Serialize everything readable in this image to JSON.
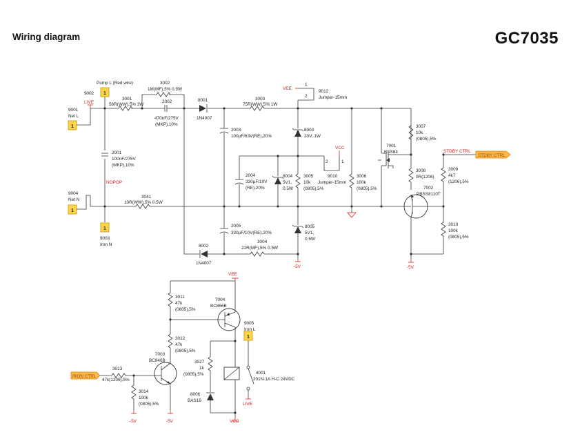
{
  "title": "Wiring diagram",
  "model": "GC7035",
  "nets": {
    "vee": "VEE",
    "vcc": "VCC",
    "live": "LIVE",
    "neg5v": "-5V",
    "nopop": "NOPOP",
    "stdby_ctrl": "STDBY CTRL",
    "iron_ctrl": "IRON CTRL"
  },
  "connectors": [
    {
      "id": "9002",
      "desc": "Pump L (Red wire)",
      "pin": "1"
    },
    {
      "id": "9001",
      "desc": "Net L",
      "pin": "1"
    },
    {
      "id": "9004",
      "desc": "Net N",
      "pin": "1"
    },
    {
      "id": "9003",
      "desc": "Iron N",
      "pin": "1"
    },
    {
      "id": "9005",
      "desc": "Iron L",
      "pin": "1"
    }
  ],
  "components": {
    "r3001": {
      "ref": "3001",
      "val": "56R(WW),5% 3W"
    },
    "r3002": {
      "ref": "3002",
      "val": "1M(MF),5% 0.5W"
    },
    "c2002": {
      "ref": "2002",
      "val1": "470nF/275V",
      "val2": "(MKP),10%"
    },
    "c2001": {
      "ref": "2001",
      "val1": "100nF/275V",
      "val2": "(MKP),10%"
    },
    "r3041": {
      "ref": "3041",
      "val": "10R(WW),5% 0.5W"
    },
    "d8001": {
      "ref": "8001",
      "val": "1N4007"
    },
    "d8002": {
      "ref": "8002",
      "val": "1N4007"
    },
    "r3003": {
      "ref": "3003",
      "val": "75R(WW),5% 1W"
    },
    "c2003": {
      "ref": "2003",
      "val": "100µF/63V(RE),20%"
    },
    "d8003": {
      "ref": "8003",
      "val": "20V, 1W"
    },
    "j9012": {
      "ref": "9012",
      "val": "Jumper-15mm",
      "pin1": "1",
      "pin2": "2"
    },
    "c2004": {
      "ref": "2004",
      "val1": "330µF/10V",
      "val2": "(RE),20%"
    },
    "d8004": {
      "ref": "8004",
      "val1": "5V1,",
      "val2": "0.5W"
    },
    "r3005": {
      "ref": "3005",
      "val1": "10k",
      "val2": "(0805),5%"
    },
    "j9010": {
      "ref": "9010",
      "val": "Jumper-15mm",
      "pin1": "1",
      "pin2": "2"
    },
    "r3006": {
      "ref": "3006",
      "val1": "100k",
      "val2": "(0805),5%"
    },
    "q7001": {
      "ref": "7001",
      "val": "BSS84"
    },
    "r3007": {
      "ref": "3007",
      "val1": "10k",
      "val2": "(0805),5%"
    },
    "r3008": {
      "ref": "3008",
      "val": "0R(1206)"
    },
    "r3009": {
      "ref": "3009",
      "val1": "4k7",
      "val2": "(1206),5%"
    },
    "q7002": {
      "ref": "7002",
      "val": "PBSS8110T"
    },
    "r3010": {
      "ref": "3010",
      "val1": "100k",
      "val2": "(0805),5%"
    },
    "c2005": {
      "ref": "2005",
      "val": "330µF/10V(RE),20%"
    },
    "d8005": {
      "ref": "8005",
      "val1": "5V1,",
      "val2": "0.5W"
    },
    "r3004": {
      "ref": "3004",
      "val": "22R(MF),5% 0.5W"
    },
    "r3011": {
      "ref": "3011",
      "val1": "47k",
      "val2": "(0805),5%"
    },
    "q7004": {
      "ref": "7004",
      "val": "BC856B"
    },
    "r3012": {
      "ref": "3012",
      "val1": "47k",
      "val2": "(0805),5%"
    },
    "q7003": {
      "ref": "7003",
      "val": "BC846B"
    },
    "r3013": {
      "ref": "3013",
      "val": "47k(1206),5%"
    },
    "r3014": {
      "ref": "3014",
      "val1": "100k",
      "val2": "(0805),5%"
    },
    "r3027": {
      "ref": "3027",
      "val1": "1k",
      "val2": "(0805),5%"
    },
    "d8006": {
      "ref": "8006",
      "val": "BAS16"
    },
    "k4001": {
      "ref": "4001",
      "val": "201N-1A H-C 24VDC"
    }
  }
}
